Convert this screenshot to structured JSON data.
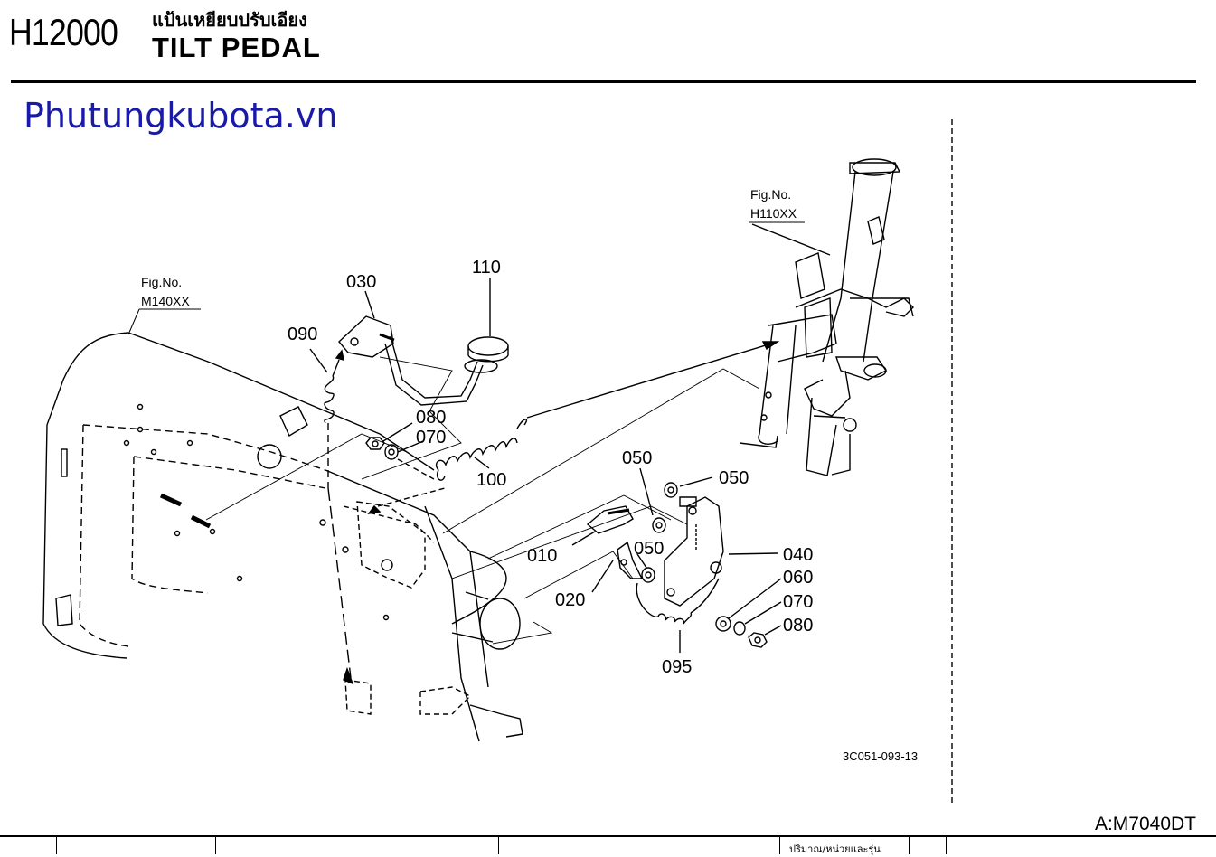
{
  "header": {
    "code": "H12000",
    "title_thai": "แป้นเหยียบปรับเอียง",
    "title": "TILT PEDAL"
  },
  "watermark": "Phutungkubota.vn",
  "model_code": "A:M7040DT",
  "drawing_number": "3C051-093-13",
  "figure_refs": [
    {
      "id": "ref-m140",
      "line1": "Fig.No.",
      "line2": "M140XX"
    },
    {
      "id": "ref-h110",
      "line1": "Fig.No.",
      "line2": "H110XX"
    }
  ],
  "part_callouts": [
    "110",
    "030",
    "090",
    "080",
    "070",
    "100",
    "050",
    "050",
    "050",
    "010",
    "040",
    "020",
    "060",
    "070",
    "080",
    "095"
  ],
  "table": {
    "column_header_partial": "ปริมาณ/หน่วยและรุ่น"
  },
  "colors": {
    "watermark": "#1a1aa8",
    "line": "#000000"
  }
}
